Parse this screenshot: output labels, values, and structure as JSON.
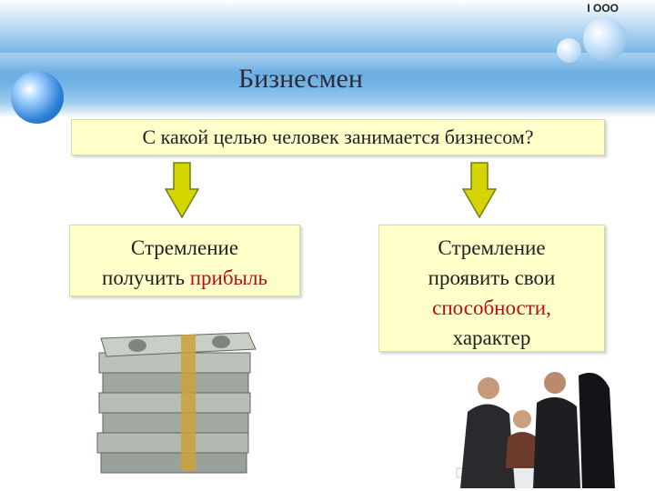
{
  "slide": {
    "title": "Бизнесмен",
    "corner_mark": "І ООО"
  },
  "question": {
    "text": "С какой целью человек занимается бизнесом?"
  },
  "left_box": {
    "line1": "Стремление",
    "line2_prefix": "получить ",
    "line2_highlight": "прибыль"
  },
  "right_box": {
    "line1": "Стремление",
    "line2": "проявить свои",
    "line3_highlight": "способности,",
    "line4": "характер"
  },
  "colors": {
    "box_fill": "#ffffc9",
    "arrow_fill": "#d4d400",
    "highlight": "#b3101a",
    "banner_blue": "#5aa5e0"
  },
  "images": {
    "money": "stack-of-dollar-bills",
    "people": "business-people-meeting"
  }
}
